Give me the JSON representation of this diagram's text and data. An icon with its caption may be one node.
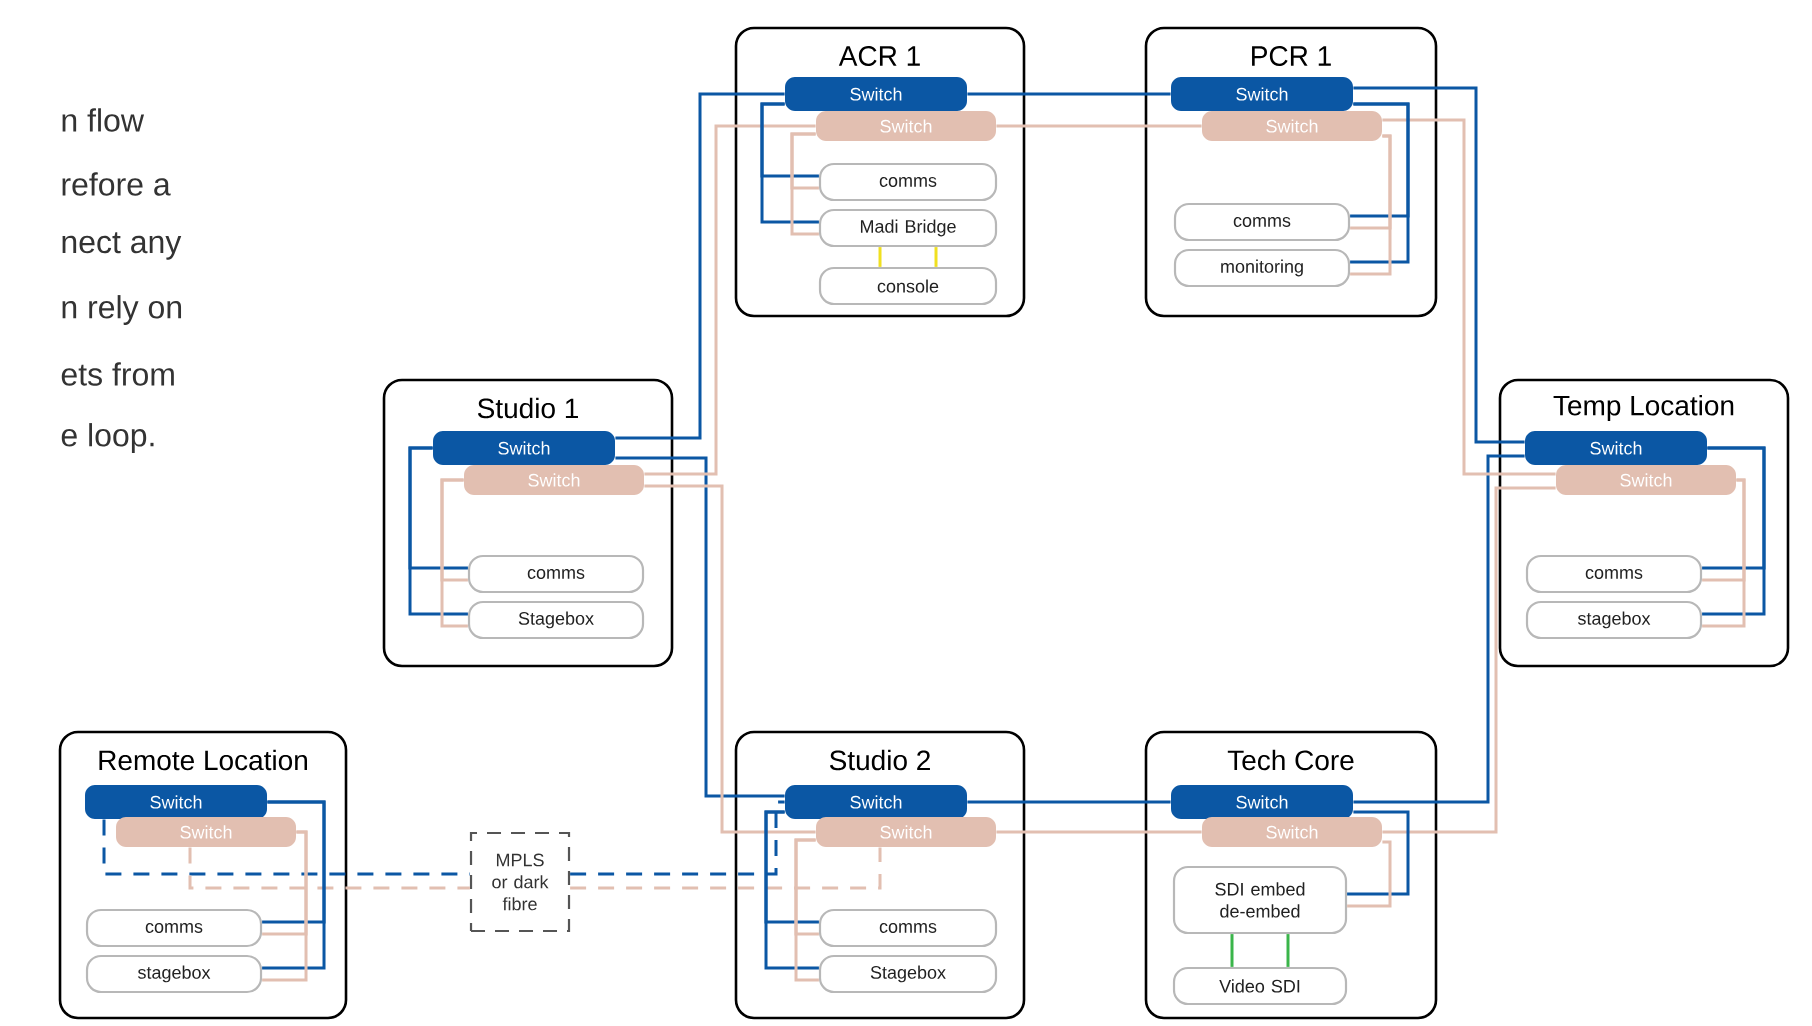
{
  "diagram": {
    "nodes": [
      {
        "text": [
          "ACR 1"
        ]
      },
      {
        "text": [
          "Switch"
        ],
        "in": 0
      },
      {
        "text": [
          "Switch"
        ],
        "in": 0
      },
      {
        "text": [
          "comms"
        ],
        "in": 0
      },
      {
        "text": [
          "Madi Bridge"
        ],
        "in": 0
      },
      {
        "text": [
          "console"
        ],
        "in": 0
      },
      {
        "text": [
          "PCR 1"
        ]
      },
      {
        "text": [
          "Switch"
        ],
        "in": 6
      },
      {
        "text": [
          "Switch"
        ],
        "in": 6
      },
      {
        "text": [
          "comms"
        ],
        "in": 6
      },
      {
        "text": [
          "monitoring"
        ],
        "in": 6
      },
      {
        "text": [
          "Studio 1"
        ]
      },
      {
        "text": [
          "Switch"
        ],
        "in": 11
      },
      {
        "text": [
          "Switch"
        ],
        "in": 11
      },
      {
        "text": [
          "comms"
        ],
        "in": 11
      },
      {
        "text": [
          "Stagebox"
        ],
        "in": 11
      },
      {
        "text": [
          "Temp Location"
        ]
      },
      {
        "text": [
          "Switch"
        ],
        "in": 16
      },
      {
        "text": [
          "Switch"
        ],
        "in": 16
      },
      {
        "text": [
          "comms"
        ],
        "in": 16
      },
      {
        "text": [
          "stagebox"
        ],
        "in": 16
      },
      {
        "text": [
          "Remote Location"
        ]
      },
      {
        "text": [
          "Switch"
        ],
        "in": 21
      },
      {
        "text": [
          "Switch"
        ],
        "in": 21
      },
      {
        "text": [
          "comms"
        ],
        "in": 21
      },
      {
        "text": [
          "stagebox"
        ],
        "in": 21
      },
      {
        "text": [
          "Studio 2"
        ]
      },
      {
        "text": [
          "Switch"
        ],
        "in": 26
      },
      {
        "text": [
          "Switch"
        ],
        "in": 26
      },
      {
        "text": [
          "comms"
        ],
        "in": 26
      },
      {
        "text": [
          "Stagebox"
        ],
        "in": 26
      },
      {
        "text": [
          "Tech Core"
        ]
      },
      {
        "text": [
          "Switch"
        ],
        "in": 31
      },
      {
        "text": [
          "Switch"
        ],
        "in": 31
      },
      {
        "text": [
          "SDI embed de-embed"
        ],
        "in": 31
      },
      {
        "text": [
          "Video SDI"
        ],
        "in": 31
      },
      {
        "text": [
          "MPLS or dark fibre"
        ]
      }
    ],
    "edges": [
      {
        "from": 12,
        "to": 1,
        "arrow": "none"
      },
      {
        "from": 1,
        "to": 7,
        "arrow": "none"
      },
      {
        "from": 7,
        "to": 17,
        "arrow": "none"
      },
      {
        "from": 17,
        "to": 32,
        "arrow": "none"
      },
      {
        "from": 32,
        "to": 27,
        "arrow": "none"
      },
      {
        "from": 27,
        "to": 12,
        "arrow": "none"
      },
      {
        "from": 13,
        "to": 2,
        "arrow": "none",
        "color": "#e2bfb1"
      },
      {
        "from": 2,
        "to": 8,
        "arrow": "none",
        "color": "#e2bfb1"
      },
      {
        "from": 8,
        "to": 18,
        "arrow": "none",
        "color": "#e2bfb1"
      },
      {
        "from": 18,
        "to": 33,
        "arrow": "none",
        "color": "#e2bfb1"
      },
      {
        "from": 33,
        "to": 28,
        "arrow": "none",
        "color": "#e2bfb1"
      },
      {
        "from": 28,
        "to": 13,
        "arrow": "none",
        "color": "#e2bfb1"
      },
      {
        "from": 22,
        "to": 36,
        "arrow": "none",
        "style": "dashed"
      },
      {
        "from": 36,
        "to": 27,
        "arrow": "none",
        "style": "dashed"
      },
      {
        "from": 23,
        "to": 36,
        "arrow": "none",
        "style": "dashed",
        "color": "#e2bfb1"
      },
      {
        "from": 36,
        "to": 28,
        "arrow": "none",
        "style": "dashed",
        "color": "#e2bfb1"
      },
      {
        "from": 1,
        "to": 3,
        "arrow": "none"
      },
      {
        "from": 1,
        "to": 4,
        "arrow": "none"
      },
      {
        "from": 2,
        "to": 3,
        "arrow": "none",
        "color": "#e2bfb1"
      },
      {
        "from": 2,
        "to": 4,
        "arrow": "none",
        "color": "#e2bfb1"
      },
      {
        "from": 7,
        "to": 9,
        "arrow": "none"
      },
      {
        "from": 7,
        "to": 10,
        "arrow": "none"
      },
      {
        "from": 8,
        "to": 9,
        "arrow": "none",
        "color": "#e2bfb1"
      },
      {
        "from": 8,
        "to": 10,
        "arrow": "none",
        "color": "#e2bfb1"
      },
      {
        "from": 12,
        "to": 14,
        "arrow": "none"
      },
      {
        "from": 12,
        "to": 15,
        "arrow": "none"
      },
      {
        "from": 13,
        "to": 14,
        "arrow": "none",
        "color": "#e2bfb1"
      },
      {
        "from": 13,
        "to": 15,
        "arrow": "none",
        "color": "#e2bfb1"
      },
      {
        "from": 17,
        "to": 19,
        "arrow": "none"
      },
      {
        "from": 17,
        "to": 20,
        "arrow": "none"
      },
      {
        "from": 18,
        "to": 19,
        "arrow": "none",
        "color": "#e2bfb1"
      },
      {
        "from": 18,
        "to": 20,
        "arrow": "none",
        "color": "#e2bfb1"
      },
      {
        "from": 22,
        "to": 24,
        "arrow": "none"
      },
      {
        "from": 22,
        "to": 25,
        "arrow": "none"
      },
      {
        "from": 23,
        "to": 24,
        "arrow": "none",
        "color": "#e2bfb1"
      },
      {
        "from": 23,
        "to": 25,
        "arrow": "none",
        "color": "#e2bfb1"
      },
      {
        "from": 27,
        "to": 29,
        "arrow": "none"
      },
      {
        "from": 27,
        "to": 30,
        "arrow": "none"
      },
      {
        "from": 28,
        "to": 29,
        "arrow": "none",
        "color": "#e2bfb1"
      },
      {
        "from": 28,
        "to": 30,
        "arrow": "none",
        "color": "#e2bfb1"
      },
      {
        "from": 32,
        "to": 34,
        "arrow": "none"
      },
      {
        "from": 33,
        "to": 34,
        "arrow": "none",
        "color": "#e2bfb1"
      },
      {
        "from": 4,
        "to": 5,
        "arrow": "none",
        "color": "#f0e020"
      },
      {
        "from": 4,
        "to": 5,
        "arrow": "none",
        "color": "#f0e020"
      },
      {
        "from": 34,
        "to": 35,
        "arrow": "none",
        "color": "#3ab54a"
      },
      {
        "from": 34,
        "to": 35,
        "arrow": "none",
        "color": "#3ab54a"
      }
    ],
    "labels": [
      "n flow",
      "refore a",
      "nect any",
      "n rely on",
      "ets from",
      "e loop."
    ]
  }
}
